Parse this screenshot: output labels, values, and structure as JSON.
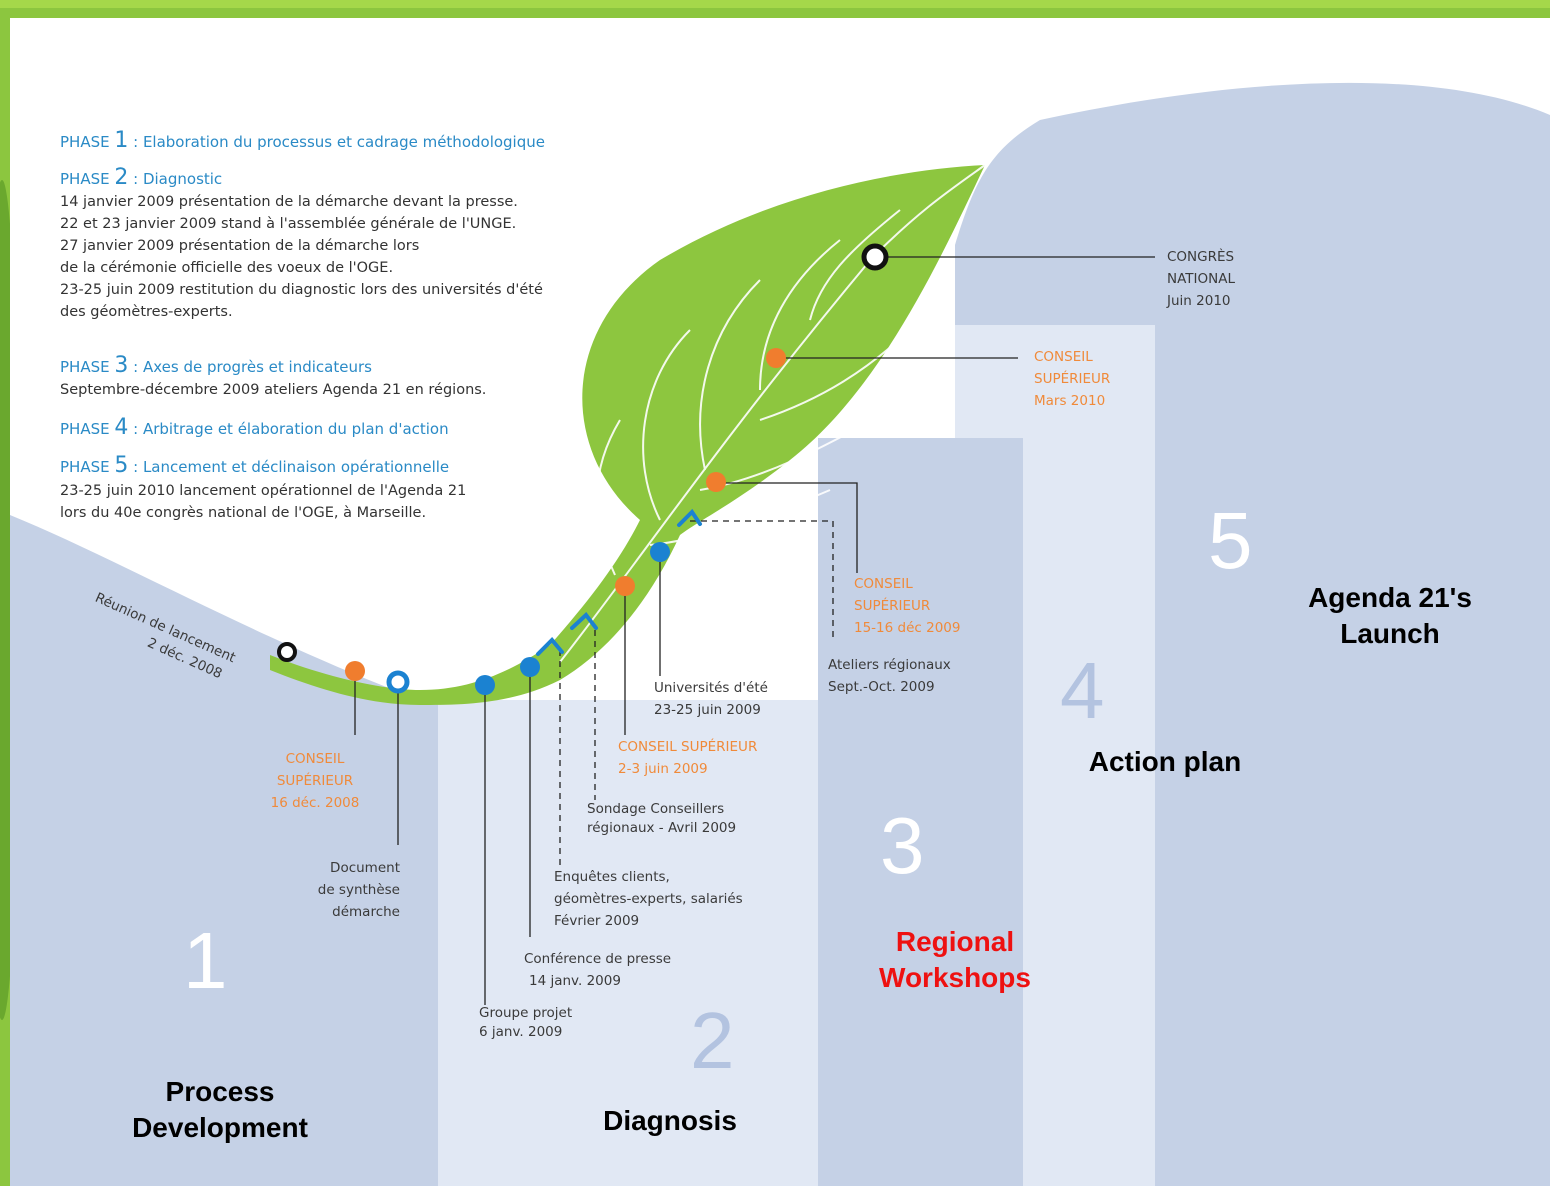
{
  "phases": [
    {
      "prefix": "PHASE ",
      "num": "1",
      "title": " : Elaboration du processus et cadrage méthodologique"
    },
    {
      "prefix": "PHASE ",
      "num": "2",
      "title": " : Diagnostic",
      "lines": [
        "14 janvier 2009 présentation de la démarche devant la presse.",
        "22 et 23 janvier 2009 stand à l'assemblée générale de l'UNGE.",
        "27 janvier 2009 présentation de la démarche lors",
        "de la cérémonie officielle des voeux de l'OGE.",
        "23-25 juin 2009 restitution du diagnostic lors des universités d'été",
        "des géomètres-experts."
      ]
    },
    {
      "prefix": "PHASE ",
      "num": "3",
      "title": " : Axes de progrès et indicateurs",
      "lines": [
        "Septembre-décembre 2009 ateliers Agenda 21 en régions."
      ]
    },
    {
      "prefix": "PHASE ",
      "num": "4",
      "title": " : Arbitrage et élaboration du plan d'action"
    },
    {
      "prefix": "PHASE ",
      "num": "5",
      "title": " : Lancement et déclinaison opérationnelle",
      "lines": [
        "23-25 juin 2010 lancement opérationnel de l'Agenda 21",
        "lors du 40e congrès national de l'OGE, à Marseille."
      ]
    }
  ],
  "kickoff": [
    "Réunion de lancement",
    "2 déc. 2008"
  ],
  "milestones": {
    "congres": [
      "CONGRÈS",
      "NATIONAL",
      "Juin 2010"
    ],
    "conseil_mars": [
      "CONSEIL",
      "SUPÉRIEUR",
      "Mars 2010"
    ],
    "conseil_dec09": [
      "CONSEIL",
      "SUPÉRIEUR",
      "15-16 déc 2009"
    ],
    "ateliers": [
      "Ateliers régionaux",
      "Sept.-Oct. 2009"
    ],
    "universites": [
      "Universités d'été",
      "23-25 juin 2009"
    ],
    "conseil_juin": [
      "CONSEIL SUPÉRIEUR",
      "2-3 juin 2009"
    ],
    "sondage": [
      "Sondage Conseillers",
      "régionaux - Avril 2009"
    ],
    "enquetes": [
      "Enquêtes clients,",
      "géomètres-experts, salariés",
      "Février 2009"
    ],
    "conference": [
      "Conférence de presse",
      "14 janv. 2009"
    ],
    "groupe": [
      "Groupe projet",
      "6 janv. 2009"
    ],
    "document": [
      "Document",
      "de synthèse",
      "démarche"
    ],
    "conseil_dec08": [
      "CONSEIL",
      "SUPÉRIEUR",
      "16 déc. 2008"
    ]
  },
  "step_numbers": [
    "1",
    "2",
    "3",
    "4",
    "5"
  ],
  "captions": {
    "step1": [
      "Process",
      "Development"
    ],
    "step2": [
      "Diagnosis"
    ],
    "step3": [
      "Regional",
      "Workshops"
    ],
    "step4": [
      "Action plan"
    ],
    "step5": [
      "Agenda 21's",
      "Launch"
    ]
  },
  "colors": {
    "green_frame": "#8cc63f",
    "leaf": "#8dc63f",
    "column_dark": "#c5d1e6",
    "column_light": "#e1e8f4",
    "phase_blue": "#2a8ac6",
    "orange": "#f07d2e",
    "dot_blue": "#1b82d1",
    "red_caption": "#ee1111"
  }
}
